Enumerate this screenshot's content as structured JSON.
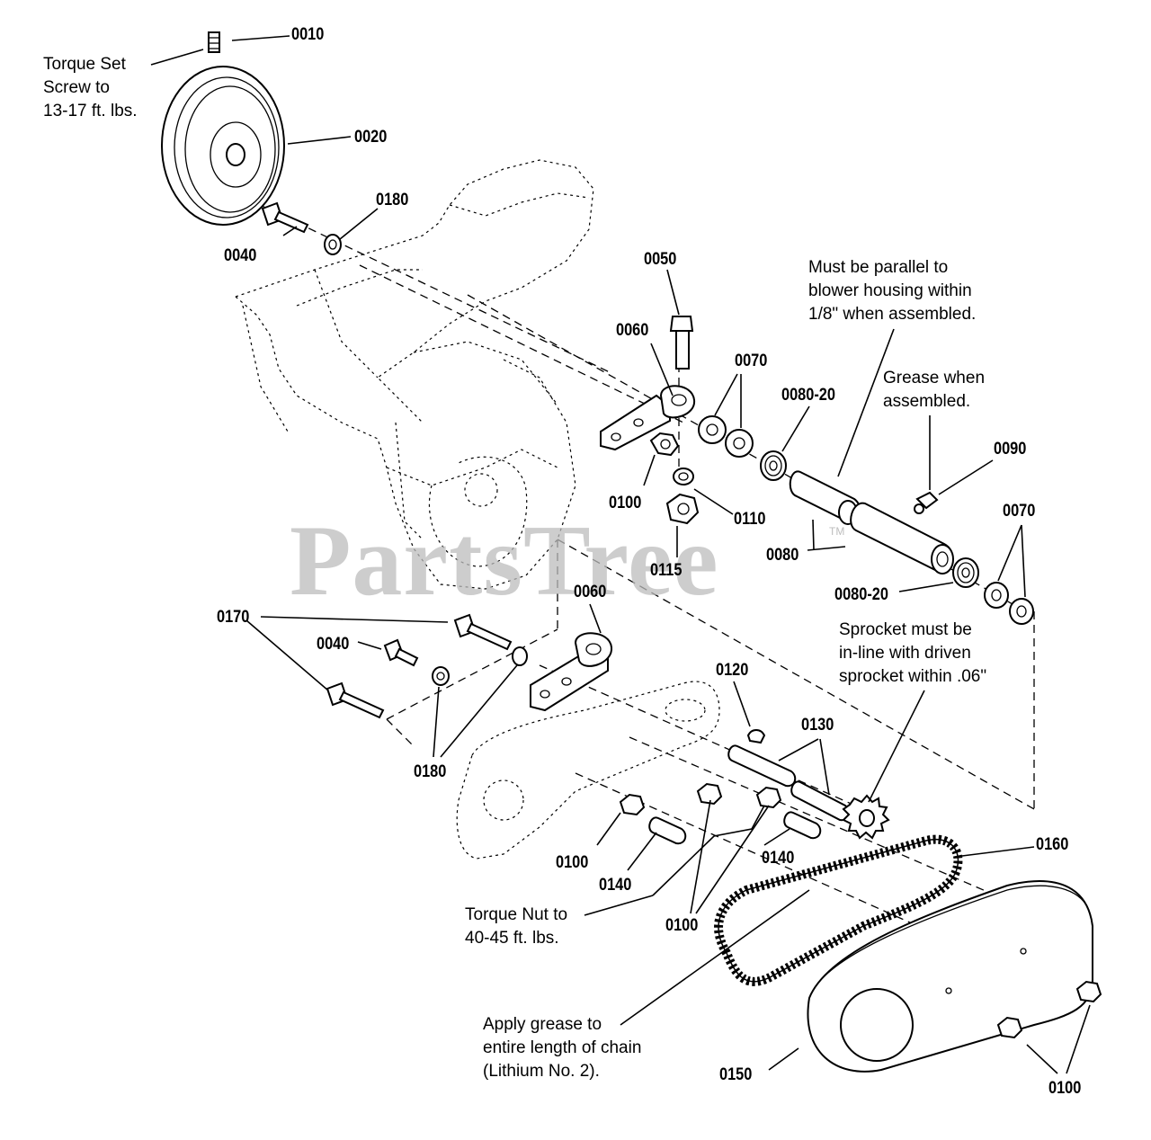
{
  "watermark": {
    "text": "PartsTree",
    "trademark": "TM"
  },
  "part_labels": {
    "p0010": "0010",
    "p0020": "0020",
    "p0040_top": "0040",
    "p0180_top": "0180",
    "p0050": "0050",
    "p0060_top": "0060",
    "p0070_top": "0070",
    "p0080_20_top": "0080-20",
    "p0090": "0090",
    "p0070_right": "0070",
    "p0100_a": "0100",
    "p0110": "0110",
    "p0115": "0115",
    "p0080": "0080",
    "p0080_20_bottom": "0080-20",
    "p0060_bottom": "0060",
    "p0170": "0170",
    "p0040_bottom": "0040",
    "p0180_bottom": "0180",
    "p0120": "0120",
    "p0130": "0130",
    "p0100_b": "0100",
    "p0140_a": "0140",
    "p0140_b": "0140",
    "p0100_c": "0100",
    "p0160": "0160",
    "p0150": "0150",
    "p0100_d": "0100"
  },
  "notes": {
    "torque_set_screw": "Torque Set\nScrew to\n13-17 ft. lbs.",
    "parallel": "Must be parallel to\nblower housing within\n1/8\" when assembled.",
    "grease_assembled": "Grease when\nassembled.",
    "sprocket_inline": "Sprocket must be\nin-line with driven\nsprocket within .06\"",
    "torque_nut": "Torque Nut to\n40-45 ft. lbs.",
    "apply_grease": "Apply grease to\nentire length of chain\n(Lithium No. 2)."
  }
}
